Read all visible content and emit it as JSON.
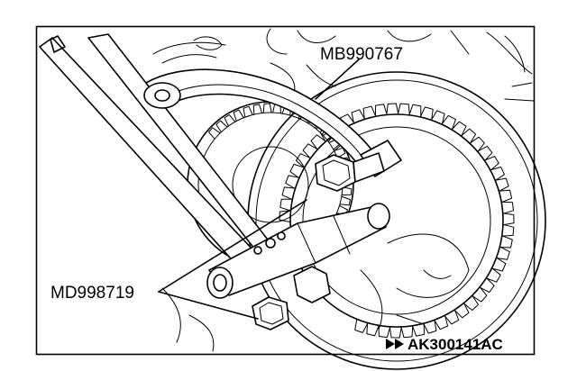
{
  "callouts": {
    "tool_upper": "MB990767",
    "tool_lower": "MD998719"
  },
  "figure_id": "AK300141AC",
  "icons": {
    "figure_id_marker": "double-chevron-right-icon"
  },
  "colors": {
    "line": "#000000",
    "background": "#ffffff"
  }
}
